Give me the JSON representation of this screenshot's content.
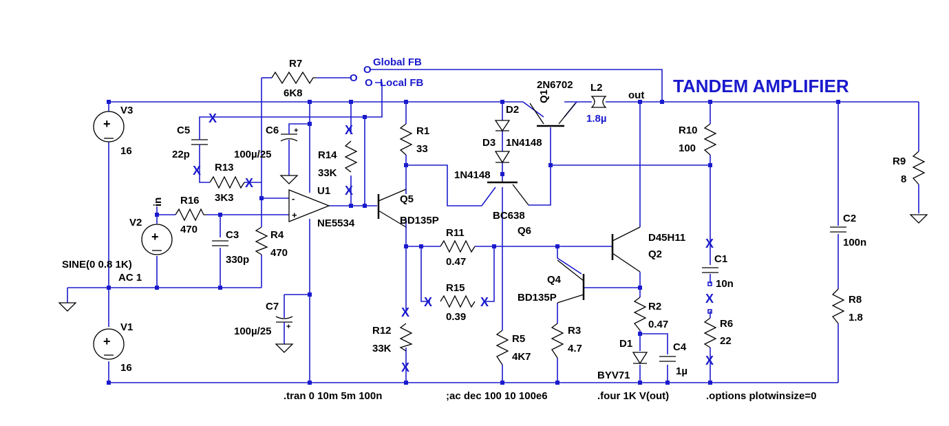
{
  "title": "TANDEM AMPLIFIER",
  "switch_labels": {
    "global": "Global FB",
    "local": "Local FB",
    "o": "O"
  },
  "net_labels": {
    "in": "in",
    "out": "out"
  },
  "sources": {
    "v3": {
      "name": "V3",
      "value": "16"
    },
    "v1": {
      "name": "V1",
      "value": "16"
    },
    "v2": {
      "name": "V2",
      "value": "SINE(0 0.8 1K)",
      "ac": "AC 1"
    }
  },
  "resistors": {
    "r7": {
      "name": "R7",
      "value": "6K8"
    },
    "r13": {
      "name": "R13",
      "value": "3K3"
    },
    "r16": {
      "name": "R16",
      "value": "470"
    },
    "r4": {
      "name": "R4",
      "value": "470"
    },
    "r14": {
      "name": "R14",
      "value": "33K"
    },
    "r1": {
      "name": "R1",
      "value": "33"
    },
    "r11": {
      "name": "R11",
      "value": "0.47"
    },
    "r15": {
      "name": "R15",
      "value": "0.39"
    },
    "r12": {
      "name": "R12",
      "value": "33K"
    },
    "r5": {
      "name": "R5",
      "value": "4K7"
    },
    "r3": {
      "name": "R3",
      "value": "4.7"
    },
    "r2": {
      "name": "R2",
      "value": "0.47"
    },
    "r10": {
      "name": "R10",
      "value": "100"
    },
    "r6": {
      "name": "R6",
      "value": "22"
    },
    "r8": {
      "name": "R8",
      "value": "1.8"
    },
    "r9": {
      "name": "R9",
      "value": "8"
    }
  },
  "capacitors": {
    "c5": {
      "name": "C5",
      "value": "22p"
    },
    "c6": {
      "name": "C6",
      "value": "100µ/25"
    },
    "c3": {
      "name": "C3",
      "value": "330p"
    },
    "c7": {
      "name": "C7",
      "value": "100µ/25"
    },
    "c4": {
      "name": "C4",
      "value": "1µ"
    },
    "c1": {
      "name": "C1",
      "value": "10n"
    },
    "c2": {
      "name": "C2",
      "value": "100n"
    }
  },
  "inductor": {
    "name": "L2",
    "value": "1.8µ"
  },
  "opamp": {
    "name": "U1",
    "part": "NE5534"
  },
  "transistors": {
    "q1": {
      "name": "Q1",
      "part": "2N6702"
    },
    "q5": {
      "name": "Q5",
      "part": "BD135P"
    },
    "q6": {
      "name": "Q6",
      "part": "BC638"
    },
    "q4": {
      "name": "Q4",
      "part": "BD135P"
    },
    "q2": {
      "name": "Q2",
      "part": "D45H11"
    }
  },
  "diodes": {
    "d2": {
      "name": "D2"
    },
    "d3": {
      "name": "D3",
      "part": "1N4148"
    },
    "d2part": "1N4148",
    "d1": {
      "name": "D1",
      "part": "BYV71"
    }
  },
  "directives": {
    "tran": ".tran 0 10m 5m 100n",
    "ac": ";ac dec 100 10 100e6",
    "four": ".four 1K V(out)",
    "options": ".options plotwinsize=0"
  },
  "colors": {
    "wire": "#1a1acd",
    "component": "#000000",
    "flag_text": "#1a1acd"
  }
}
